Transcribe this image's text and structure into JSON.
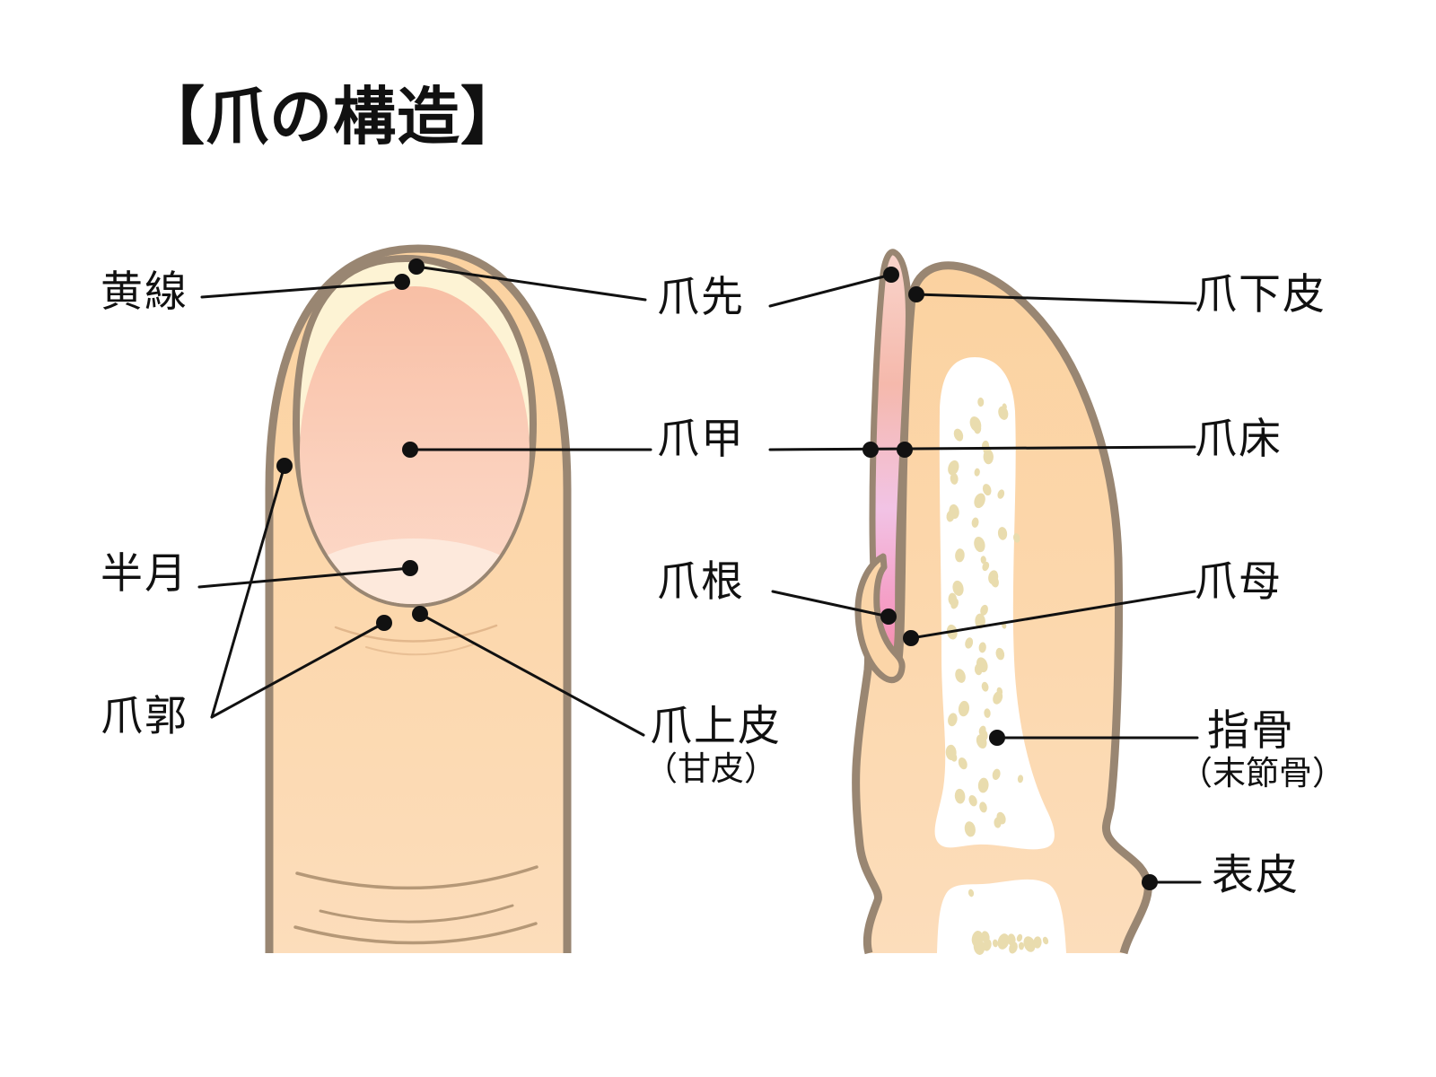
{
  "title": "【爪の構造】",
  "annotations": {
    "yellow_line": "黄線",
    "lunula": "半月",
    "nail_fold": "爪郭",
    "nail_tip": "爪先",
    "nail_plate": "爪甲",
    "nail_root": "爪根",
    "eponychium": "爪上皮",
    "eponychium_alt": "（甘皮）",
    "hyponychium": "爪下皮",
    "nail_bed": "爪床",
    "nail_matrix": "爪母",
    "phalanx": "指骨",
    "phalanx_alt": "（末節骨）",
    "epidermis": "表皮"
  },
  "colors": {
    "skin": "#FBD5A8",
    "outline": "#998672",
    "nail_free_edge": "#FDF3D4",
    "nail_plate_pink": "#F8BFA5",
    "lunula": "#FDE9DC",
    "side_nail_pink": "#F2C3E5",
    "bone": "#FFFFFF",
    "bone_speckle": "#E9DCAE",
    "leader_line": "#111111"
  }
}
